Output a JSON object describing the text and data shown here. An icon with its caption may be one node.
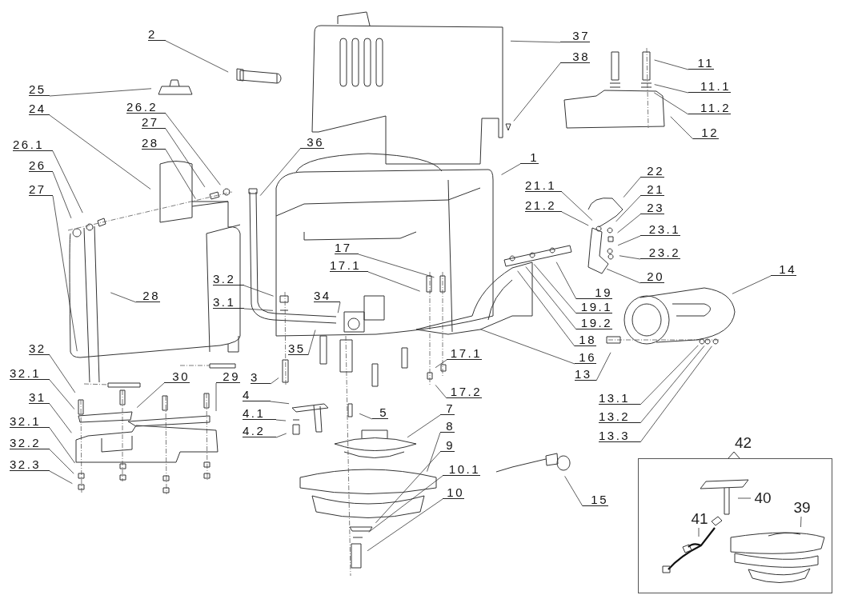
{
  "diagram": {
    "nodes": [
      {
        "text": [
          "2"
        ]
      },
      {
        "text": [
          "25"
        ]
      },
      {
        "text": [
          "24"
        ]
      },
      {
        "text": [
          "26.2"
        ]
      },
      {
        "text": [
          "27"
        ]
      },
      {
        "text": [
          "28"
        ]
      },
      {
        "text": [
          "26.1"
        ]
      },
      {
        "text": [
          "26"
        ]
      },
      {
        "text": [
          "27"
        ]
      },
      {
        "text": [
          "36"
        ]
      },
      {
        "text": [
          "37"
        ]
      },
      {
        "text": [
          "38"
        ]
      },
      {
        "text": [
          "11"
        ]
      },
      {
        "text": [
          "11.1"
        ]
      },
      {
        "text": [
          "11.2"
        ]
      },
      {
        "text": [
          "12"
        ]
      },
      {
        "text": [
          "1"
        ]
      },
      {
        "text": [
          "22"
        ]
      },
      {
        "text": [
          "21.1"
        ]
      },
      {
        "text": [
          "21"
        ]
      },
      {
        "text": [
          "21.2"
        ]
      },
      {
        "text": [
          "23"
        ]
      },
      {
        "text": [
          "23.1"
        ]
      },
      {
        "text": [
          "23.2"
        ]
      },
      {
        "text": [
          "17"
        ]
      },
      {
        "text": [
          "17.1"
        ]
      },
      {
        "text": [
          "14"
        ]
      },
      {
        "text": [
          "20"
        ]
      },
      {
        "text": [
          "3.2"
        ]
      },
      {
        "text": [
          "28"
        ]
      },
      {
        "text": [
          "34"
        ]
      },
      {
        "text": [
          "19"
        ]
      },
      {
        "text": [
          "3.1"
        ]
      },
      {
        "text": [
          "19.1"
        ]
      },
      {
        "text": [
          "19.2"
        ]
      },
      {
        "text": [
          "18"
        ]
      },
      {
        "text": [
          "35"
        ]
      },
      {
        "text": [
          "32"
        ]
      },
      {
        "text": [
          "17.1"
        ]
      },
      {
        "text": [
          "16"
        ]
      },
      {
        "text": [
          "13"
        ]
      },
      {
        "text": [
          "32.1"
        ]
      },
      {
        "text": [
          "30"
        ]
      },
      {
        "text": [
          "29"
        ]
      },
      {
        "text": [
          "3"
        ]
      },
      {
        "text": [
          "17.2"
        ]
      },
      {
        "text": [
          "4"
        ]
      },
      {
        "text": [
          "31"
        ]
      },
      {
        "text": [
          "13.1"
        ]
      },
      {
        "text": [
          "7"
        ]
      },
      {
        "text": [
          "5"
        ]
      },
      {
        "text": [
          "4.1"
        ]
      },
      {
        "text": [
          "13.2"
        ]
      },
      {
        "text": [
          "32.1"
        ]
      },
      {
        "text": [
          "8"
        ]
      },
      {
        "text": [
          "4.2"
        ]
      },
      {
        "text": [
          "13.3"
        ]
      },
      {
        "text": [
          "32.2"
        ]
      },
      {
        "text": [
          "9"
        ]
      },
      {
        "text": [
          "32.3"
        ]
      },
      {
        "text": [
          "10.1"
        ]
      },
      {
        "text": [
          "15"
        ]
      },
      {
        "text": [
          "10"
        ]
      },
      {
        "text": [
          "42"
        ]
      },
      {
        "text": [
          "40"
        ],
        "in": 63
      },
      {
        "text": [
          "41"
        ],
        "in": 63
      },
      {
        "text": [
          "39"
        ],
        "in": 63
      }
    ],
    "edges": [
      {
        "from": 0,
        "to": null,
        "arrow": "none"
      },
      {
        "from": 1,
        "to": null,
        "arrow": "none"
      },
      {
        "from": 2,
        "to": null,
        "arrow": "none"
      },
      {
        "from": 3,
        "to": null,
        "arrow": "none"
      },
      {
        "from": 4,
        "to": null,
        "arrow": "none"
      },
      {
        "from": 5,
        "to": null,
        "arrow": "none"
      },
      {
        "from": 6,
        "to": null,
        "arrow": "none"
      },
      {
        "from": 7,
        "to": null,
        "arrow": "none"
      },
      {
        "from": 8,
        "to": null,
        "arrow": "none"
      },
      {
        "from": 9,
        "to": null,
        "arrow": "none"
      },
      {
        "from": 10,
        "to": null,
        "arrow": "none"
      },
      {
        "from": 11,
        "to": null,
        "arrow": "none"
      },
      {
        "from": 12,
        "to": null,
        "arrow": "none"
      },
      {
        "from": 13,
        "to": null,
        "arrow": "none"
      },
      {
        "from": 14,
        "to": null,
        "arrow": "none"
      },
      {
        "from": 15,
        "to": null,
        "arrow": "none"
      },
      {
        "from": 16,
        "to": null,
        "arrow": "none"
      },
      {
        "from": 17,
        "to": null,
        "arrow": "none"
      },
      {
        "from": 18,
        "to": null,
        "arrow": "none"
      },
      {
        "from": 19,
        "to": null,
        "arrow": "none"
      },
      {
        "from": 20,
        "to": null,
        "arrow": "none"
      },
      {
        "from": 21,
        "to": null,
        "arrow": "none"
      },
      {
        "from": 22,
        "to": null,
        "arrow": "none"
      },
      {
        "from": 23,
        "to": null,
        "arrow": "none"
      },
      {
        "from": 24,
        "to": null,
        "arrow": "none"
      },
      {
        "from": 25,
        "to": null,
        "arrow": "none"
      },
      {
        "from": 26,
        "to": null,
        "arrow": "none"
      },
      {
        "from": 27,
        "to": null,
        "arrow": "none"
      },
      {
        "from": 28,
        "to": null,
        "arrow": "none"
      },
      {
        "from": 29,
        "to": null,
        "arrow": "none"
      },
      {
        "from": 30,
        "to": null,
        "arrow": "none"
      },
      {
        "from": 31,
        "to": null,
        "arrow": "none"
      },
      {
        "from": 32,
        "to": null,
        "arrow": "none"
      },
      {
        "from": 33,
        "to": null,
        "arrow": "none"
      },
      {
        "from": 34,
        "to": null,
        "arrow": "none"
      },
      {
        "from": 35,
        "to": null,
        "arrow": "none"
      },
      {
        "from": 36,
        "to": null,
        "arrow": "none"
      },
      {
        "from": 37,
        "to": null,
        "arrow": "none"
      },
      {
        "from": 38,
        "to": null,
        "arrow": "none"
      },
      {
        "from": 39,
        "to": null,
        "arrow": "none"
      },
      {
        "from": 40,
        "to": null,
        "arrow": "none"
      },
      {
        "from": 41,
        "to": null,
        "arrow": "none"
      },
      {
        "from": 42,
        "to": null,
        "arrow": "none"
      },
      {
        "from": 43,
        "to": null,
        "arrow": "none"
      },
      {
        "from": 44,
        "to": null,
        "arrow": "none"
      },
      {
        "from": 45,
        "to": null,
        "arrow": "none"
      },
      {
        "from": 46,
        "to": null,
        "arrow": "none"
      },
      {
        "from": 47,
        "to": null,
        "arrow": "none"
      },
      {
        "from": 48,
        "to": null,
        "arrow": "none"
      },
      {
        "from": 49,
        "to": null,
        "arrow": "none"
      },
      {
        "from": 50,
        "to": null,
        "arrow": "none"
      },
      {
        "from": 51,
        "to": null,
        "arrow": "none"
      },
      {
        "from": 52,
        "to": null,
        "arrow": "none"
      },
      {
        "from": 53,
        "to": null,
        "arrow": "none"
      },
      {
        "from": 54,
        "to": null,
        "arrow": "none"
      },
      {
        "from": 55,
        "to": null,
        "arrow": "none"
      },
      {
        "from": 56,
        "to": null,
        "arrow": "none"
      },
      {
        "from": 57,
        "to": null,
        "arrow": "none"
      },
      {
        "from": 58,
        "to": null,
        "arrow": "none"
      },
      {
        "from": 59,
        "to": null,
        "arrow": "none"
      },
      {
        "from": 60,
        "to": null,
        "arrow": "none"
      },
      {
        "from": 61,
        "to": null,
        "arrow": "none"
      },
      {
        "from": 62,
        "to": null,
        "arrow": "none"
      },
      {
        "from": 64,
        "to": null,
        "arrow": "none"
      },
      {
        "from": 65,
        "to": null,
        "arrow": "none"
      },
      {
        "from": 66,
        "to": null,
        "arrow": "none"
      }
    ]
  }
}
